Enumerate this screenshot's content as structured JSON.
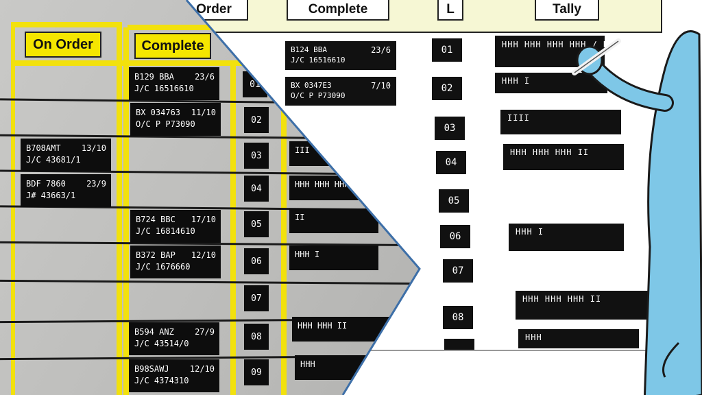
{
  "illustration": {
    "headers": [
      "Order",
      "Complete",
      "L",
      "Tally"
    ],
    "rows": [
      {
        "num": "01",
        "card": {
          "line1": "B124 BBA",
          "line2": "J/C 16516610",
          "frac_top": "23",
          "frac_bottom": "6"
        },
        "tally": "HHH HHH HHH HHH / HHH HHH"
      },
      {
        "num": "02",
        "card": {
          "line1": "BX 0347E3",
          "line2": "O/C P P73090",
          "frac_top": "7",
          "frac_bottom": "10"
        },
        "tally": "HHH I"
      },
      {
        "num": "03",
        "card": null,
        "tally": "IIII"
      },
      {
        "num": "04",
        "card": null,
        "tally": "HHH HHH HHH II"
      },
      {
        "num": "05",
        "card": null,
        "tally": ""
      },
      {
        "num": "06",
        "card": null,
        "tally": "HHH I"
      },
      {
        "num": "07",
        "card": null,
        "tally": ""
      },
      {
        "num": "08",
        "card": null,
        "tally": "HHH HHH HHH II"
      },
      {
        "num": "",
        "card": null,
        "tally": "HHH"
      }
    ]
  },
  "photo": {
    "labels": [
      "On Order",
      "Complete"
    ],
    "on_order_cards": [
      {
        "line1": "B708AMT",
        "line2": "J/C 43681/1",
        "frac_top": "13",
        "frac_bottom": "10"
      },
      {
        "line1": "BDF 7860",
        "line2": "J# 43663/1",
        "frac_top": "23",
        "frac_bottom": "9"
      }
    ],
    "complete_cards": [
      {
        "line1": "B129 BBA",
        "line2": "J/C 16516610",
        "frac_top": "23",
        "frac_bottom": "6"
      },
      {
        "line1": "BX 034763",
        "line2": "O/C P P73090",
        "frac_top": "11",
        "frac_bottom": "10"
      },
      {
        "line1": "B724 BBC",
        "line2": "J/C 16814610",
        "frac_top": "17",
        "frac_bottom": "10"
      },
      {
        "line1": "B372 BAP",
        "line2": "J/C 1676660",
        "frac_top": "12",
        "frac_bottom": "10"
      },
      {
        "line1": "B594 ANZ",
        "line2": "J/C 43514/0",
        "frac_top": "27",
        "frac_bottom": "9"
      },
      {
        "line1": "B98SAWJ",
        "line2": "J/C 4374310",
        "frac_top": "12",
        "frac_bottom": "10"
      }
    ],
    "numbers": [
      "01",
      "02",
      "03",
      "04",
      "05",
      "06",
      "07",
      "08",
      "09"
    ],
    "tallies": [
      "",
      "",
      "III",
      "HHH HHH HHH",
      "II",
      "HHH I",
      "",
      "HHH HHH II",
      "HHH"
    ]
  }
}
